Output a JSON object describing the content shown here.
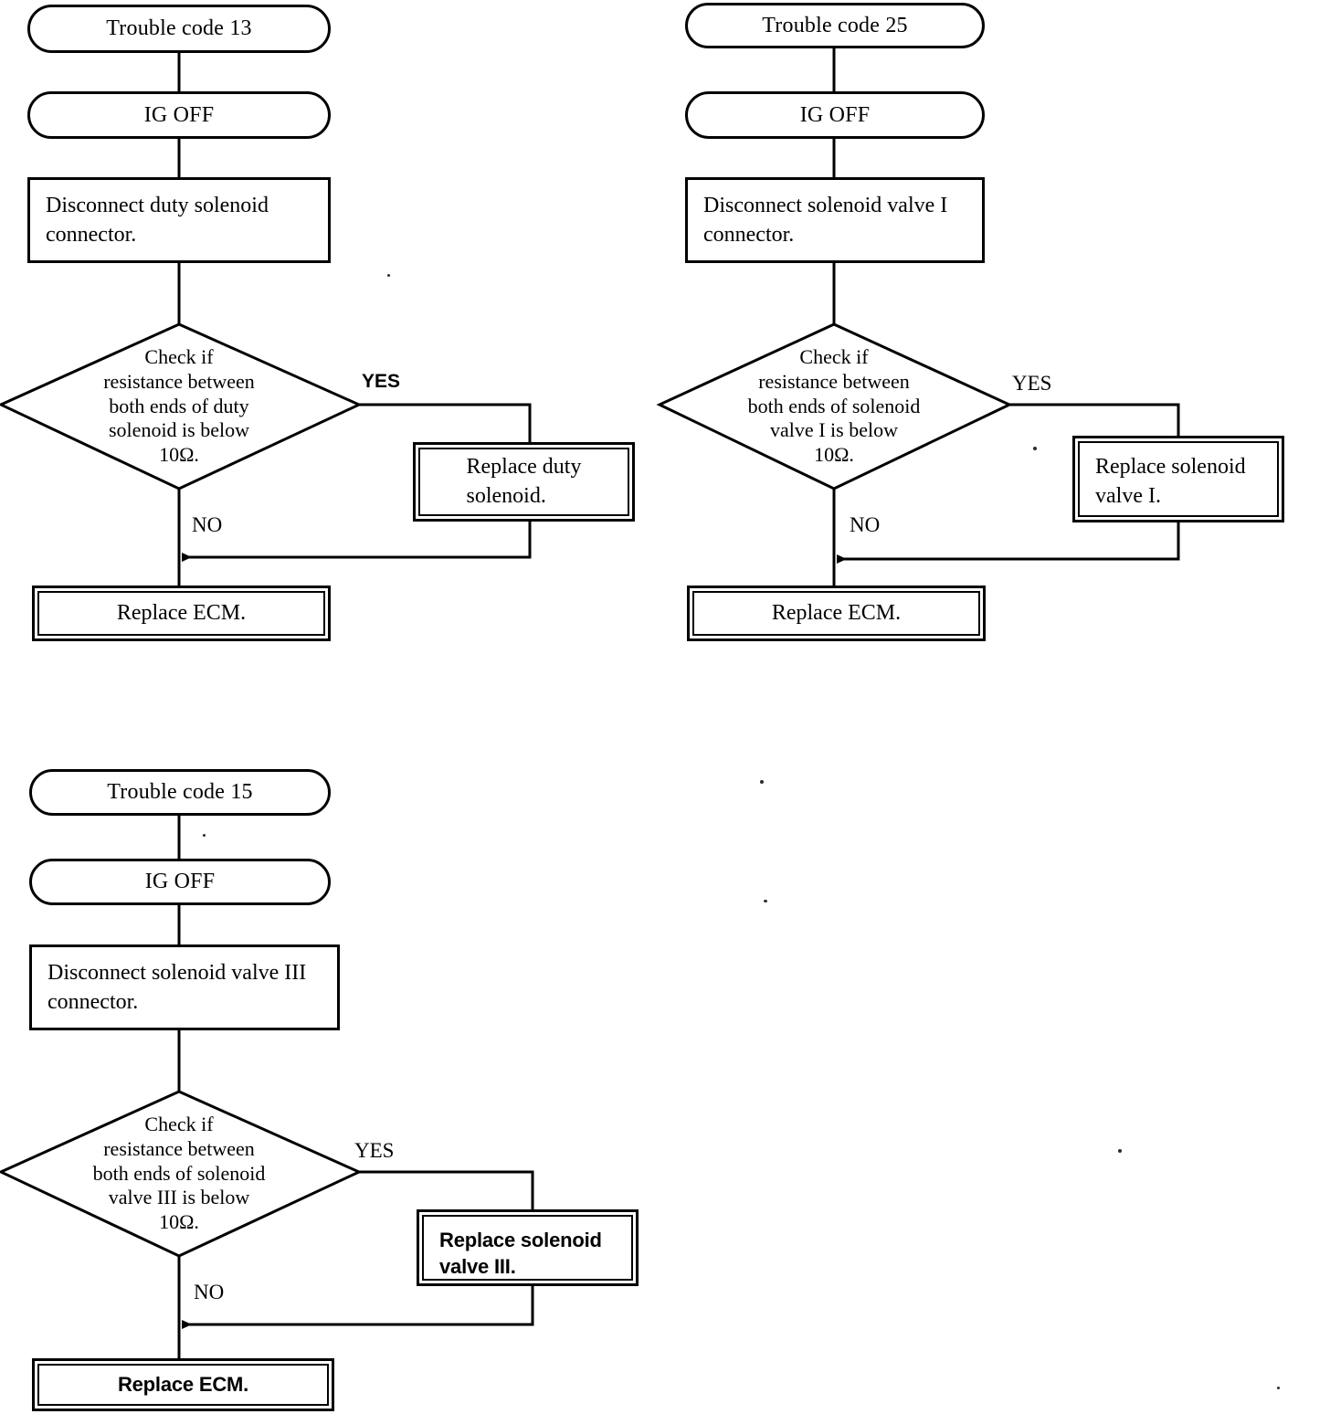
{
  "diagram": {
    "title": "Trouble code diagnostic flowcharts",
    "line_color": "#000000",
    "background_color": "#ffffff",
    "flowcharts": [
      {
        "id": "trouble-code-13",
        "start_label": "Trouble code 13",
        "ig_label": "IG OFF",
        "process_label": "Disconnect duty solenoid connector.",
        "decision_label": "Check if resistance between both ends of duty solenoid is below 10Ω.",
        "decision_lines": [
          "Check if",
          "resistance between",
          "both ends of duty",
          "solenoid is below",
          "10Ω."
        ],
        "yes_label": "YES",
        "no_label": "NO",
        "yes_action_label": "Replace duty solenoid.",
        "yes_action_lines": [
          "Replace duty",
          "solenoid."
        ],
        "no_action_label": "Replace ECM.",
        "no_action_lines": [
          "Replace ECM."
        ],
        "yes_label_style": "bold-sans",
        "action_font": "serif"
      },
      {
        "id": "trouble-code-25",
        "start_label": "Trouble code 25",
        "ig_label": "IG OFF",
        "process_label": "Disconnect solenoid valve I connector.",
        "decision_label": "Check if resistance between both ends of solenoid valve I is below 10Ω.",
        "decision_lines": [
          "Check if",
          "resistance between",
          "both ends of solenoid",
          "valve I is below",
          "10Ω."
        ],
        "yes_label": "YES",
        "no_label": "NO",
        "yes_action_label": "Replace solenoid valve I.",
        "yes_action_lines": [
          "Replace solenoid",
          "valve I."
        ],
        "no_action_label": "Replace ECM.",
        "no_action_lines": [
          "Replace ECM."
        ],
        "yes_label_style": "serif",
        "action_font": "serif"
      },
      {
        "id": "trouble-code-15",
        "start_label": "Trouble code 15",
        "ig_label": "IG OFF",
        "process_label": "Disconnect solenoid valve III connector.",
        "decision_label": "Check if resistance between both ends of solenoid valve III is below 10Ω.",
        "decision_lines": [
          "Check if",
          "resistance between",
          "both ends of solenoid",
          "valve III is below",
          "10Ω."
        ],
        "yes_label": "YES",
        "no_label": "NO",
        "yes_action_label": "Replace solenoid valve III.",
        "yes_action_lines": [
          "Replace solenoid",
          "valve III."
        ],
        "no_action_label": "Replace ECM.",
        "no_action_lines": [
          "Replace ECM."
        ],
        "yes_label_style": "serif",
        "action_font": "bold-sans"
      }
    ]
  }
}
